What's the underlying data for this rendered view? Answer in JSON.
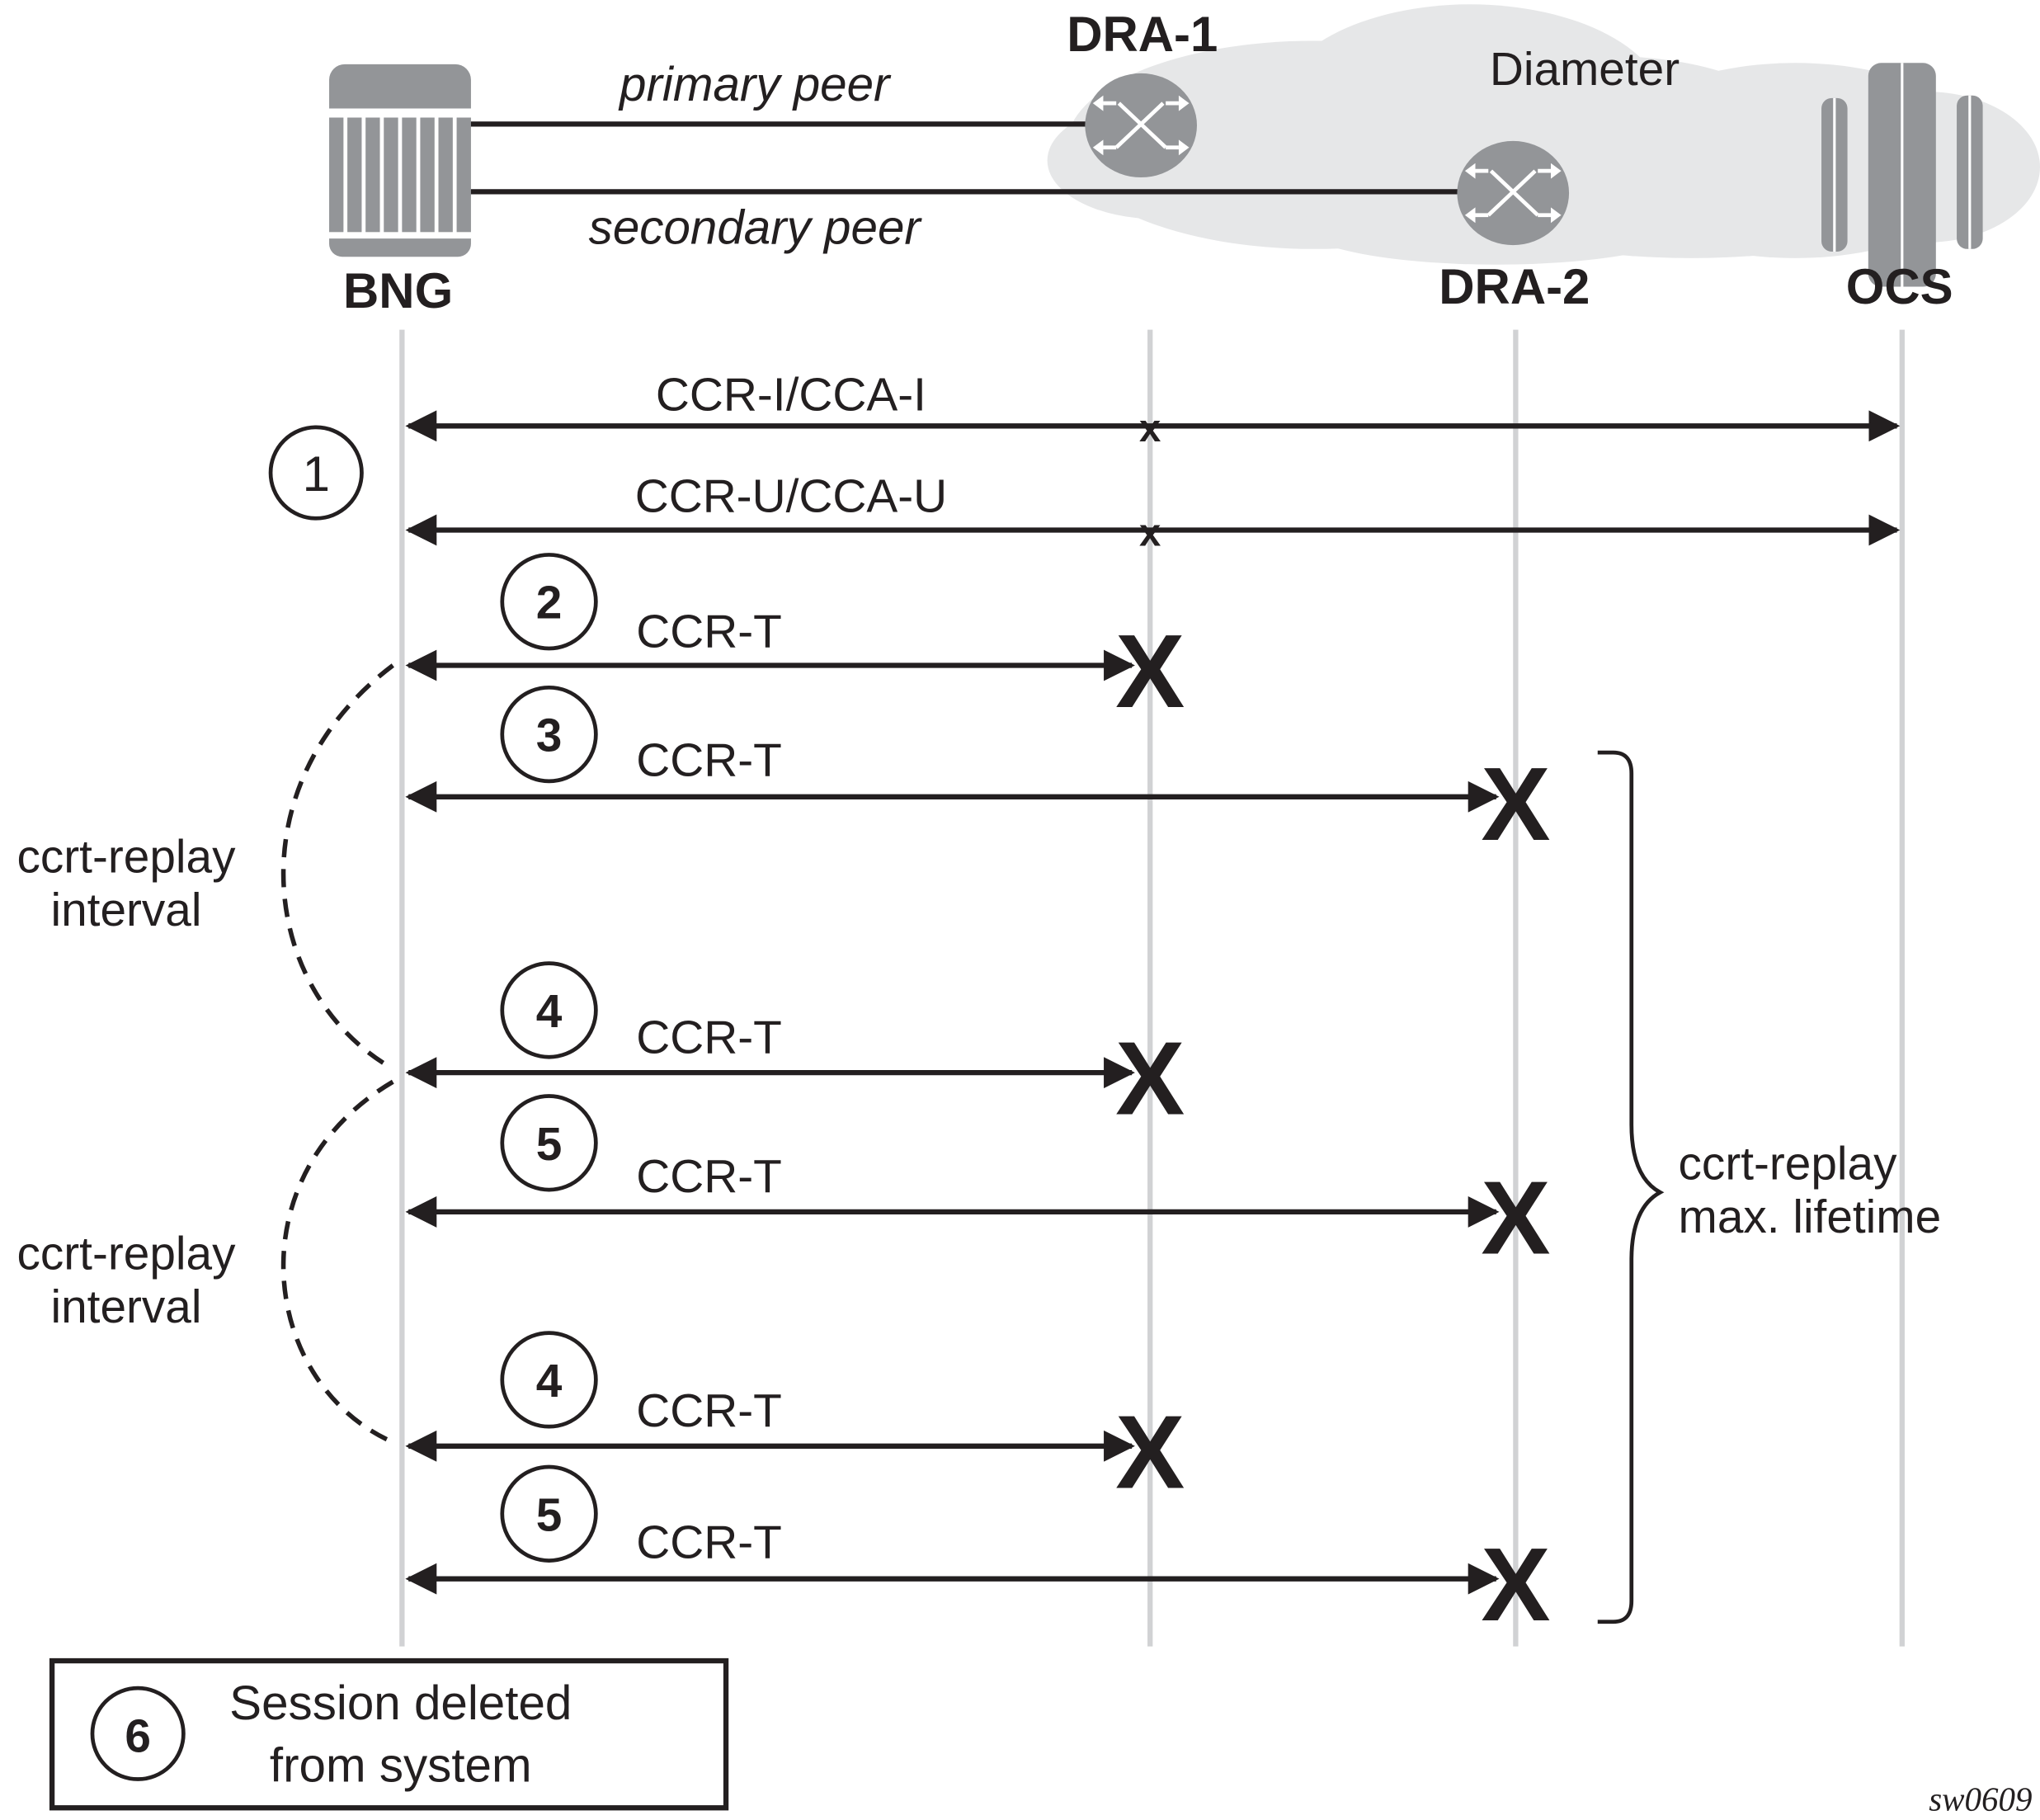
{
  "colors": {
    "ink": "#231f20",
    "device_gray": "#939598",
    "cloud_gray": "#e6e7e8",
    "lifeline_gray": "#d1d2d4",
    "background": "#ffffff"
  },
  "network": {
    "cloud_label": "Diameter",
    "links": [
      {
        "label": "primary peer",
        "from": "BNG",
        "to": "DRA-1"
      },
      {
        "label": "secondary peer",
        "from": "BNG",
        "to": "DRA-2"
      }
    ]
  },
  "nodes": [
    {
      "id": "bng",
      "label": "BNG",
      "icon": "router-chassis-icon"
    },
    {
      "id": "dra1",
      "label": "DRA-1",
      "icon": "diameter-routing-agent-icon"
    },
    {
      "id": "dra2",
      "label": "DRA-2",
      "icon": "diameter-routing-agent-icon"
    },
    {
      "id": "ocs",
      "label": "OCS",
      "icon": "server-icon"
    }
  ],
  "steps": [
    {
      "number": "1",
      "messages": [
        {
          "label": "CCR-I/CCA-I",
          "from": "BNG",
          "to": "OCS",
          "via": "DRA-1",
          "failed": false
        },
        {
          "label": "CCR-U/CCA-U",
          "from": "BNG",
          "to": "OCS",
          "via": "DRA-1",
          "failed": false
        }
      ]
    },
    {
      "number": "2",
      "messages": [
        {
          "label": "CCR-T",
          "from": "BNG",
          "to": "DRA-1",
          "failed": true
        }
      ]
    },
    {
      "number": "3",
      "messages": [
        {
          "label": "CCR-T",
          "from": "BNG",
          "to": "DRA-2",
          "failed": true
        }
      ]
    },
    {
      "number": "4",
      "messages": [
        {
          "label": "CCR-T",
          "from": "BNG",
          "to": "DRA-1",
          "failed": true
        }
      ]
    },
    {
      "number": "5",
      "messages": [
        {
          "label": "CCR-T",
          "from": "BNG",
          "to": "DRA-2",
          "failed": true
        }
      ]
    },
    {
      "number": "4",
      "messages": [
        {
          "label": "CCR-T",
          "from": "BNG",
          "to": "DRA-1",
          "failed": true
        }
      ]
    },
    {
      "number": "5",
      "messages": [
        {
          "label": "CCR-T",
          "from": "BNG",
          "to": "DRA-2",
          "failed": true
        }
      ]
    }
  ],
  "failure_mark": "X",
  "pass_mark": "x",
  "annotations": {
    "interval_1": [
      "ccrt-replay",
      "interval"
    ],
    "interval_2": [
      "ccrt-replay",
      "interval"
    ],
    "lifetime": [
      "ccrt-replay",
      "max. lifetime"
    ]
  },
  "final_step": {
    "number": "6",
    "lines": [
      "Session deleted",
      "from system"
    ]
  },
  "figure_id": "sw0609"
}
